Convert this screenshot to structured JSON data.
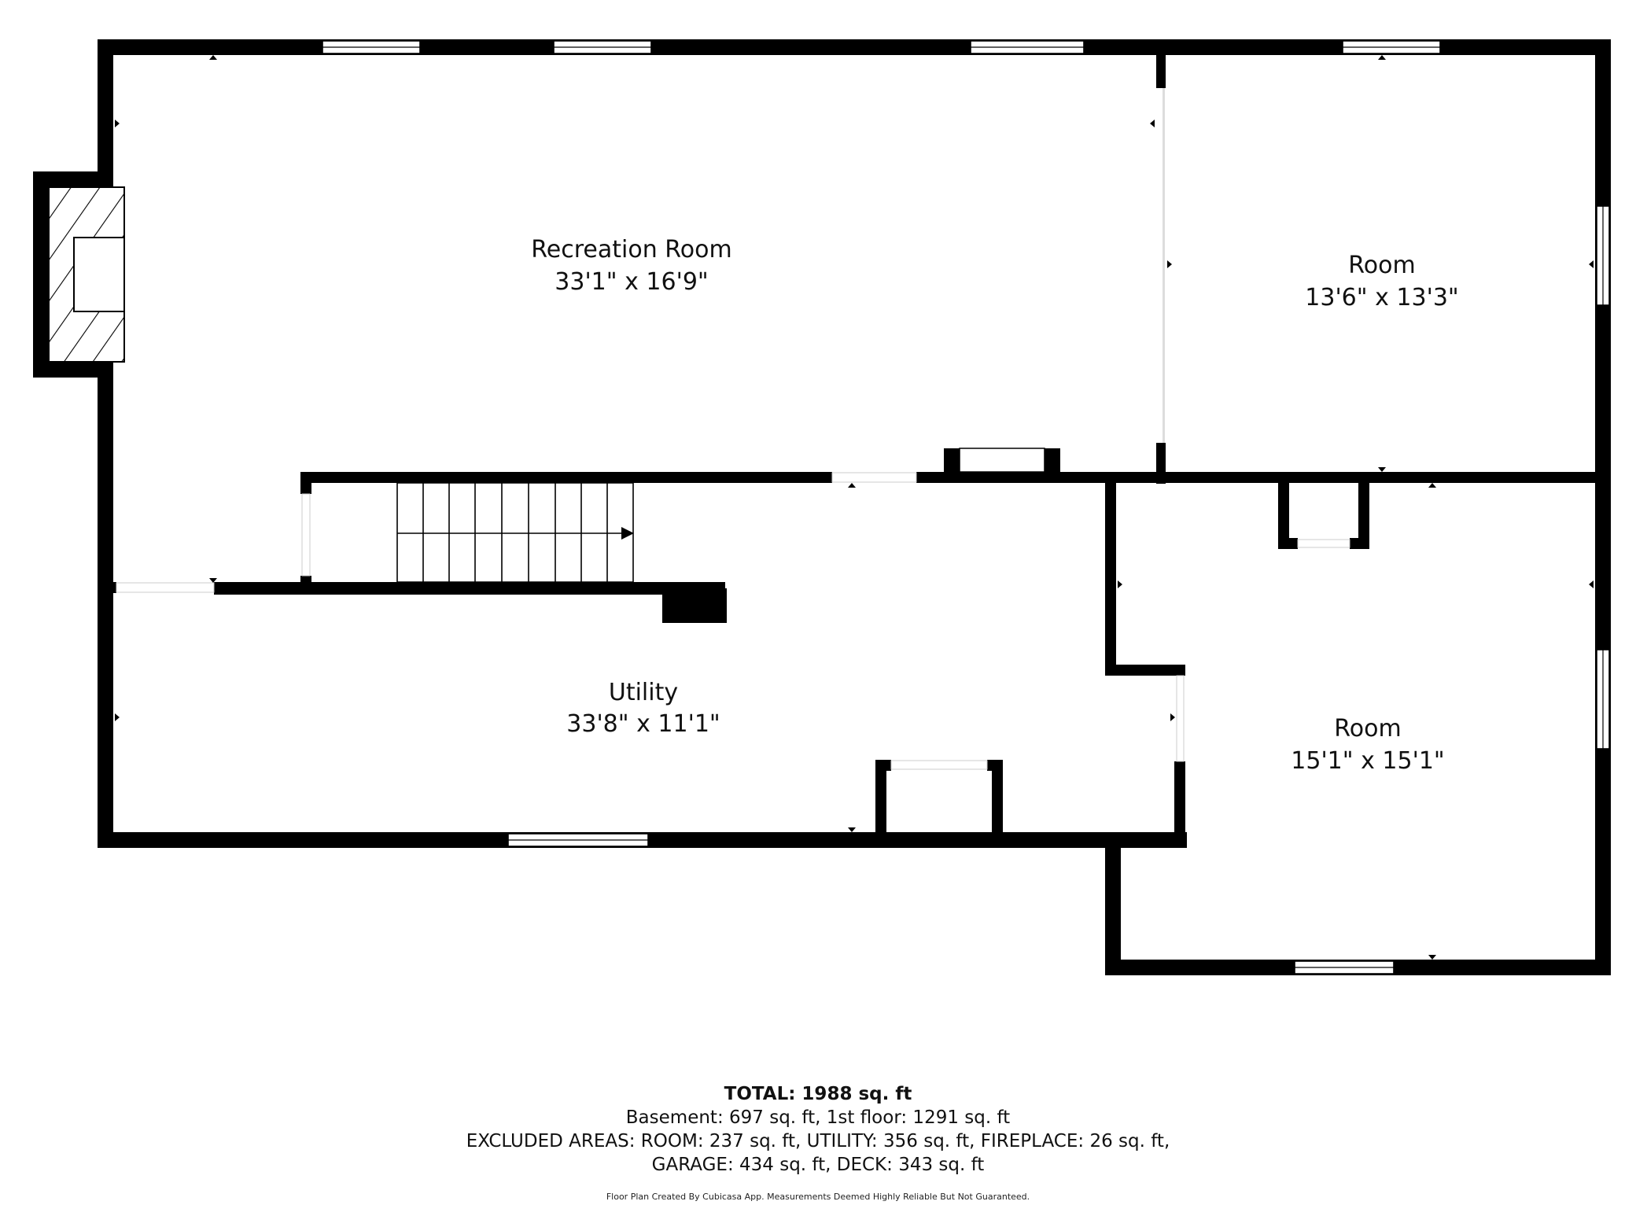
{
  "rooms": {
    "recreation": {
      "name": "Recreation Room",
      "dims": "33'1\" x 16'9\""
    },
    "room_upper": {
      "name": "Room",
      "dims": "13'6\" x 13'3\""
    },
    "utility": {
      "name": "Utility",
      "dims": "33'8\" x 11'1\""
    },
    "room_lower": {
      "name": "Room",
      "dims": "15'1\" x 15'1\""
    }
  },
  "summary": {
    "total": "TOTAL: 1988 sq. ft",
    "floors": "Basement: 697 sq. ft, 1st floor: 1291 sq. ft",
    "excluded_1": "EXCLUDED AREAS: ROOM: 237 sq. ft, UTILITY: 356 sq. ft, FIREPLACE: 26 sq. ft,",
    "excluded_2": "GARAGE: 434 sq. ft, DECK: 343 sq. ft"
  },
  "footer": "Floor Plan Created By Cubicasa App. Measurements Deemed Highly Reliable But Not Guaranteed.",
  "colors": {
    "wall": "#000000",
    "background": "#ffffff",
    "text": "#111111"
  },
  "icons": {
    "fireplace": "fireplace-icon",
    "stairs": "staircase-icon"
  }
}
